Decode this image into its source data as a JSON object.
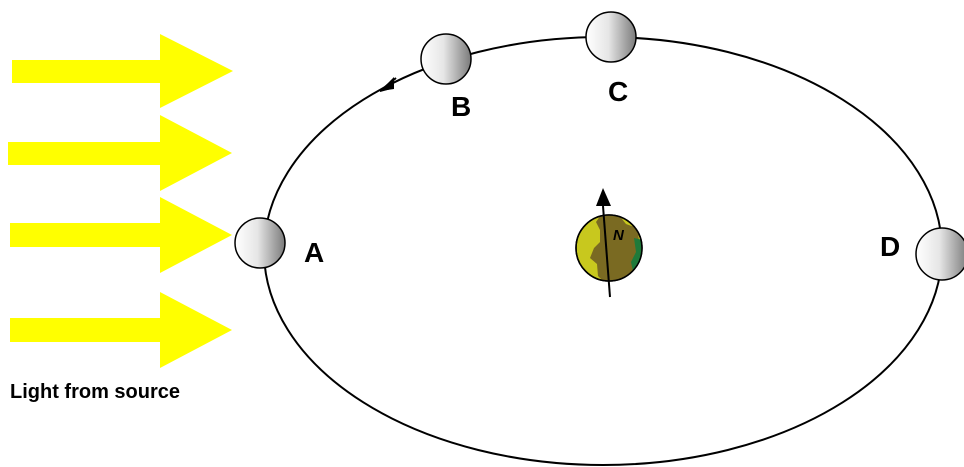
{
  "caption": "Light from source",
  "earth": {
    "pole_label": "N"
  },
  "moons": [
    {
      "id": "A",
      "label": "A"
    },
    {
      "id": "B",
      "label": "B"
    },
    {
      "id": "C",
      "label": "C"
    },
    {
      "id": "D",
      "label": "D"
    }
  ],
  "colors": {
    "light": "#ffff00",
    "orbit": "#000000",
    "moon_light": "#ffffff",
    "moon_dark": "#808080",
    "earth_base": "#c8c81e",
    "earth_land": "#7a6a22",
    "earth_sea": "#1f7a3a"
  }
}
